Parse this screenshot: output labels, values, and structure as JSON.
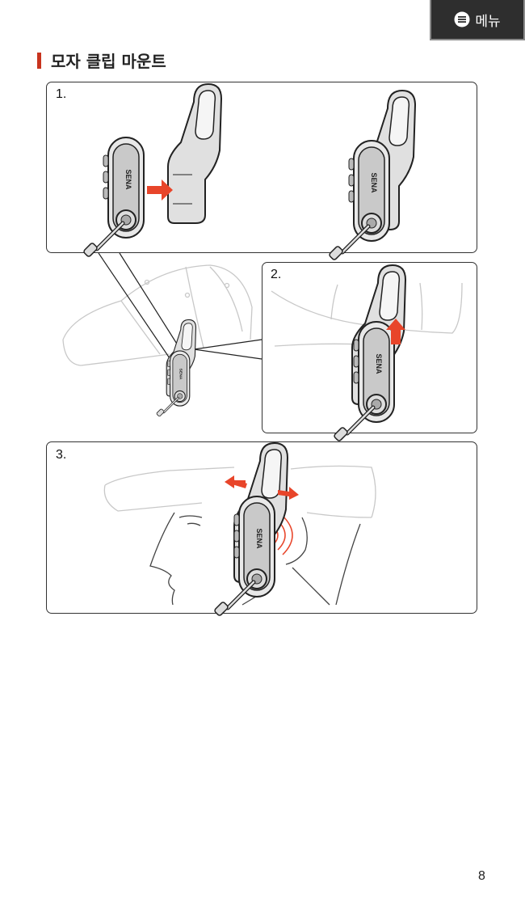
{
  "menu": {
    "label": "메뉴",
    "icon": "menu-icon"
  },
  "section": {
    "title": "모자 클립 마운트"
  },
  "steps": [
    {
      "number": "1."
    },
    {
      "number": "2."
    },
    {
      "number": "3."
    }
  ],
  "device": {
    "brand": "SENA"
  },
  "colors": {
    "accent": "#c8341e",
    "arrow": "#e8452a",
    "menu_bg": "#2e2e2e"
  },
  "page": {
    "number": "8"
  }
}
